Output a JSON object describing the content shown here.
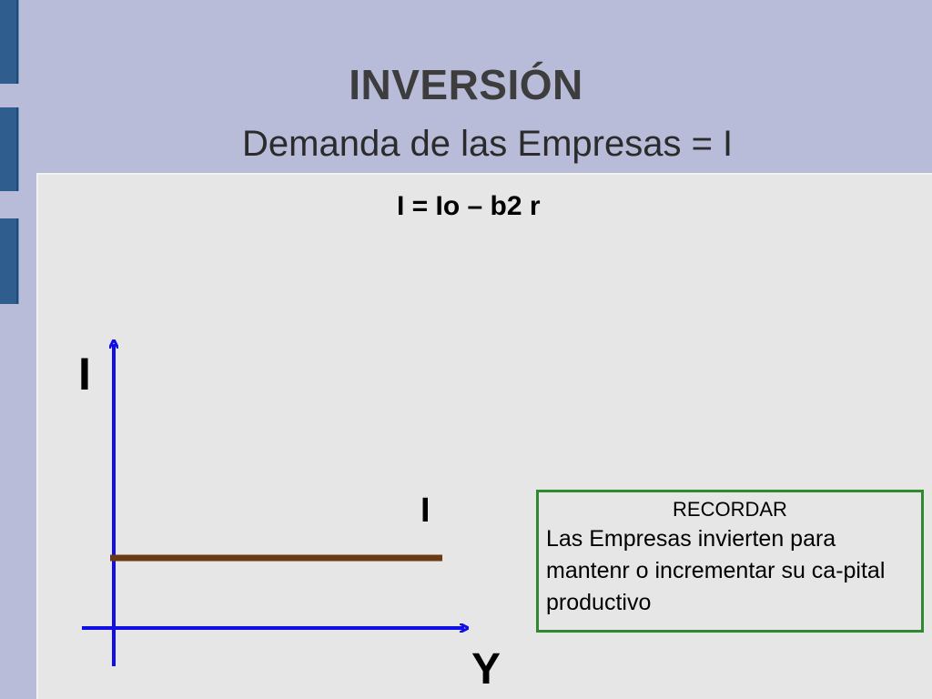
{
  "slide": {
    "title": "INVERSIÓN",
    "subtitle": "Demanda de las Empresas = I",
    "formula": "I = Io – b2 r"
  },
  "diagram": {
    "y_axis_label": "I",
    "x_axis_label": "Y",
    "curve_label": "I",
    "colors": {
      "axes": "#1010e6",
      "curve": "#6b3a12"
    }
  },
  "note": {
    "title": "RECORDAR",
    "body": "Las Empresas invierten para mantenr o incrementar su ca-pital productivo"
  },
  "colors": {
    "background": "#b8bcd9",
    "panel": "#e6e6e6",
    "side_tabs": "#2f5e8e",
    "note_border": "#2f8a2f"
  }
}
